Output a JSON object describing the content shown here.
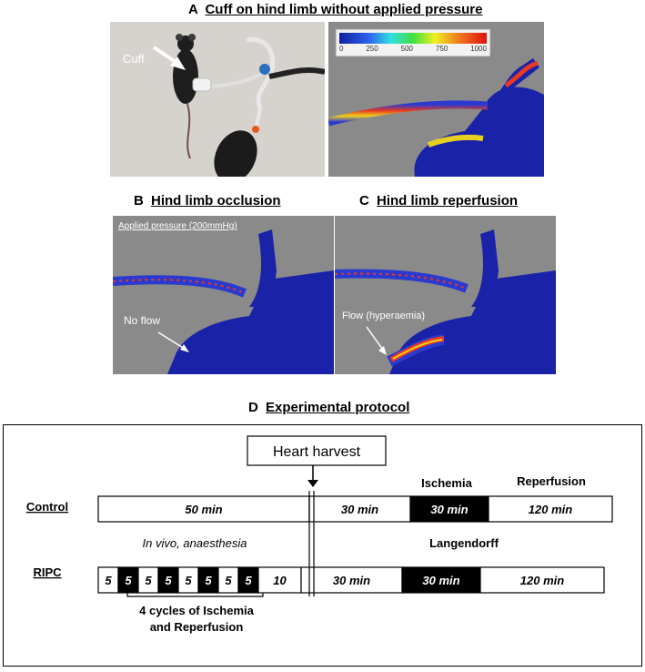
{
  "panel_a": {
    "letter": "A",
    "title": "Cuff on hind limb without applied pressure",
    "photo_label": "Cuff",
    "colorbar_ticks": [
      "0",
      "250",
      "500",
      "750",
      "1000"
    ]
  },
  "panel_b": {
    "letter": "B",
    "title": "Hind limb occlusion",
    "pressure_label": "Applied pressure (200mmHg)",
    "flow_label": "No flow"
  },
  "panel_c": {
    "letter": "C",
    "title": "Hind limb reperfusion",
    "flow_label": "Flow (hyperaemia)"
  },
  "panel_d": {
    "letter": "D",
    "title": "Experimental protocol",
    "heart_harvest": "Heart harvest",
    "ischemia_header": "Ischemia",
    "reperfusion_header": "Reperfusion",
    "in_vivo_label": "In vivo, anaesthesia",
    "langendorff_label": "Langendorff",
    "cycles_note_line1": "4 cycles of Ischemia",
    "cycles_note_line2": "and Reperfusion",
    "control": {
      "label": "Control",
      "segments": [
        {
          "text": "50 min",
          "dark": false
        },
        {
          "text": "30 min",
          "dark": false
        },
        {
          "text": "30 min",
          "dark": true
        },
        {
          "text": "120 min",
          "dark": false
        }
      ]
    },
    "ripc": {
      "label": "RIPC",
      "segments": [
        {
          "text": "5",
          "dark": false
        },
        {
          "text": "5",
          "dark": true
        },
        {
          "text": "5",
          "dark": false
        },
        {
          "text": "5",
          "dark": true
        },
        {
          "text": "5",
          "dark": false
        },
        {
          "text": "5",
          "dark": true
        },
        {
          "text": "5",
          "dark": false
        },
        {
          "text": "5",
          "dark": true
        },
        {
          "text": "10",
          "dark": false
        },
        {
          "text": "30 min",
          "dark": false
        },
        {
          "text": "30 min",
          "dark": true
        },
        {
          "text": "120 min",
          "dark": false
        }
      ]
    }
  },
  "colors": {
    "background_gray": "#8a8a8a",
    "tissue_blue": "#1a22a8",
    "flow_hot": "#e03020",
    "bar_dark": "#000000"
  }
}
